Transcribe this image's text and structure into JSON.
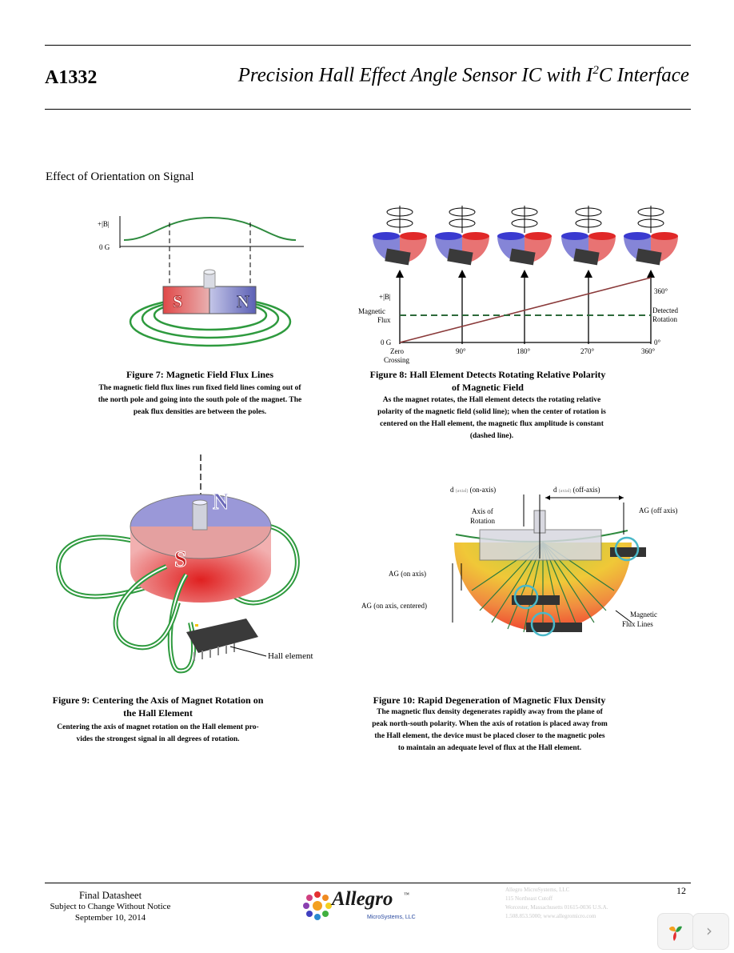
{
  "header": {
    "part_number": "A1332",
    "title_pre": "Precision Hall Effect Angle Sensor IC with I",
    "title_sup": "2",
    "title_post": "C Interface"
  },
  "section_title": "Effect of Orientation on Signal",
  "figures": {
    "fig7": {
      "caption": "Figure 7: Magnetic Field Flux Lines",
      "description": [
        "The magnetic field flux lines run fixed field lines coming out of",
        "the north pole and going into the south pole of the magnet. The",
        "peak flux densities are between the poles."
      ],
      "axis_top": "+|B|",
      "axis_zero": "0 G",
      "south_letter": "S",
      "north_letter": "N"
    },
    "fig8": {
      "caption_line1": "Figure 8: Hall Element Detects Rotating Relative Polarity",
      "caption_line2": "of Magnetic Field",
      "description": [
        "As the magnet rotates, the Hall element detects the rotating relative",
        "polarity of the magnetic field (solid line); when the center of rotation is",
        "centered on the Hall element, the magnetic flux amplitude is constant",
        "(dashed line)."
      ],
      "y_top": "+|B|",
      "y_label_1": "Magnetic",
      "y_label_2": "Flux",
      "y_zero": "0 G",
      "right_top": "360°",
      "right_label_1": "Detected",
      "right_label_2": "Rotation",
      "right_zero": "0°",
      "x_ticks": [
        "Zero",
        "90°",
        "180°",
        "270°",
        "360°"
      ],
      "x_first_line2": "Crossing"
    },
    "fig9": {
      "caption_line1": "Figure 9: Centering the Axis of Magnet Rotation on",
      "caption_line2": "the Hall Element",
      "description": [
        "Centering the axis of magnet rotation on the Hall element pro-",
        "vides the strongest signal in all degrees of rotation."
      ],
      "hall_label": "Hall element",
      "north_letter": "N",
      "south_letter": "S"
    },
    "fig10": {
      "caption": "Figure 10: Rapid Degeneration of Magnetic Flux Density",
      "description": [
        "The magnetic flux density degenerates rapidly away from the plane of",
        "peak north-south polarity. When the axis of rotation is placed away from",
        "the Hall element, the device must be placed closer to the magnetic poles",
        "to maintain an adequate level of flux at the Hall element."
      ],
      "d_on_axis": "d",
      "d_on_axis_sub": "(axial)",
      "d_on_axis_suffix": "(on-axis)",
      "d_off_axis": "d",
      "d_off_axis_sub": "(axial)",
      "d_off_axis_suffix": "(off-axis)",
      "axis_label_1": "Axis of",
      "axis_label_2": "Rotation",
      "ag_off": "AG (off axis)",
      "ag_on": "AG (on axis)",
      "ag_centered": "AG (on axis, centered)",
      "flux_label_1": "Magnetic",
      "flux_label_2": "Flux Lines"
    }
  },
  "footer": {
    "line1": "Final Datasheet",
    "line2": "Subject to Change Without Notice",
    "line3": "September 10, 2014",
    "logo_text": "Allegro",
    "logo_tm": "™",
    "logo_sub": "MicroSystems, LLC",
    "address": [
      "Allegro MicroSystems, LLC",
      "115 Northeast Cutoff",
      "Worcester, Massachusetts 01615-0036 U.S.A.",
      "1.508.853.5000; www.allegromicro.com"
    ],
    "page_number": "12"
  },
  "viewer": {
    "logo_icon": "viewer-logo-icon",
    "next_icon": "chevron-right-icon",
    "next_glyph": "›"
  },
  "colors": {
    "north_blue": "#5b5fb5",
    "south_red": "#e23a3a",
    "flux_green": "#2e9a3e",
    "detect_line": "#8a3a3a",
    "dash_green": "#2d6a3a"
  }
}
